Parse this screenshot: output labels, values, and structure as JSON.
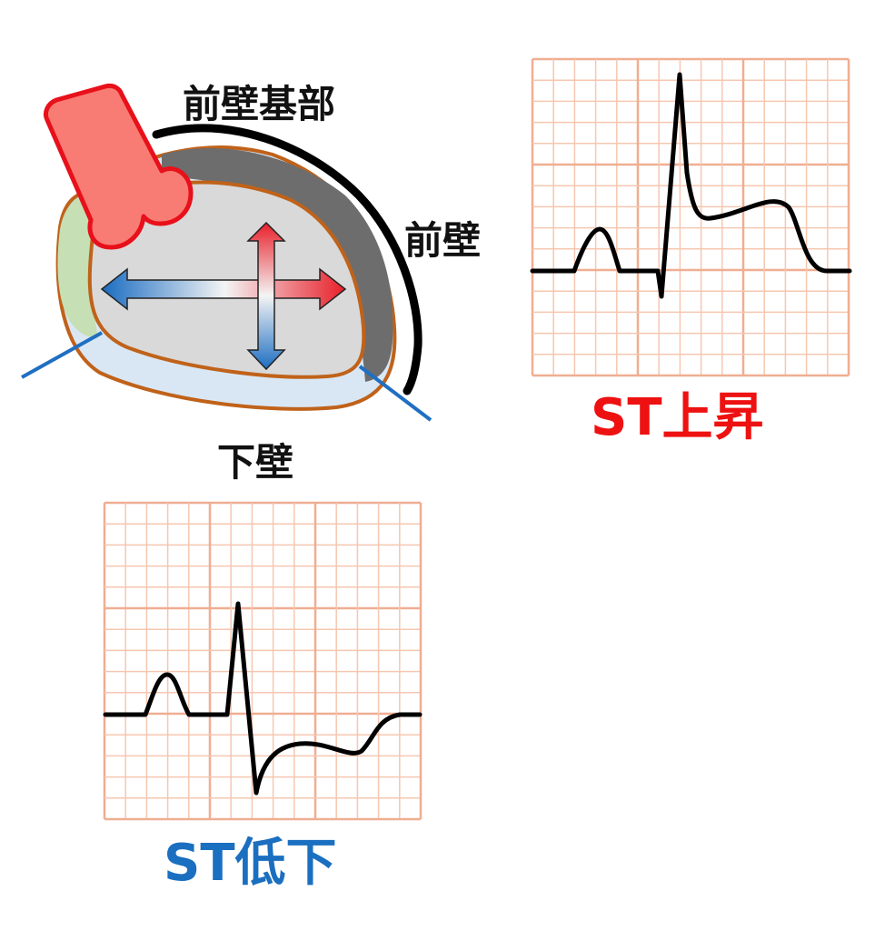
{
  "labels": {
    "anterior_base": "前壁基部",
    "anterior": "前壁",
    "inferior": "下壁"
  },
  "ecg_elevation": {
    "caption": "ST上昇"
  },
  "ecg_depression": {
    "caption": "ST低下"
  },
  "colors": {
    "grid_minor": "#f6c7b0",
    "grid_major": "#efae91",
    "trace": "#000000",
    "elevation_text": "#ee1111",
    "depression_text": "#1b6fc0",
    "heart_outline": "#c0621a",
    "heart_fill": "#d9d9d9",
    "wall_dark": "#6d6d6d",
    "wall_green": "#c6dfb4",
    "wall_blue": "#d9e7f5",
    "probe_fill": "#f87c74",
    "probe_stroke": "#e8101a",
    "arrow_red": "#e8202a",
    "arrow_blue": "#1f6fc2",
    "lead_line": "#1f6fc2"
  }
}
